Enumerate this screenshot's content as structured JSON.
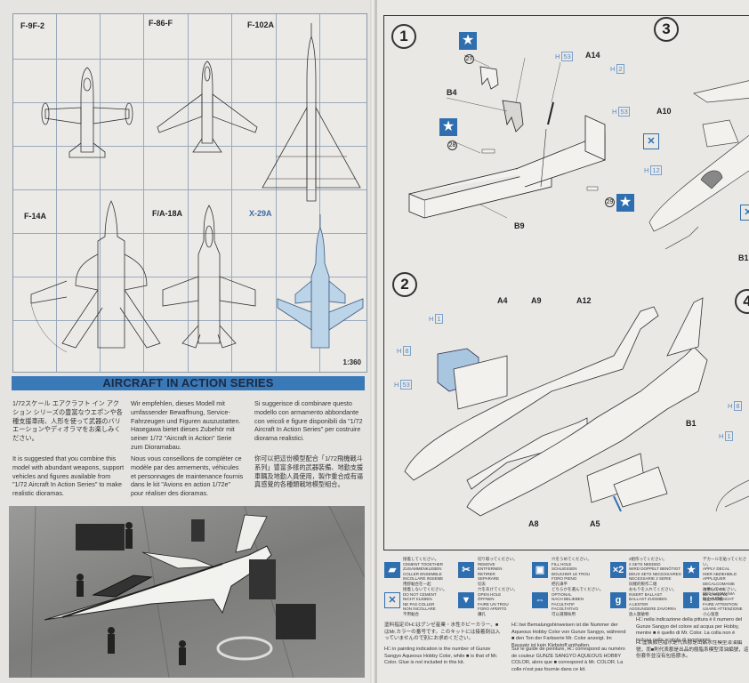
{
  "left_page": {
    "aircraft": [
      {
        "label": "F-9F-2"
      },
      {
        "label": "F-86-F"
      },
      {
        "label": "F-102A"
      },
      {
        "label": "F-14A"
      },
      {
        "label": "F/A-18A"
      },
      {
        "label": "X-29A",
        "highlighted": true
      }
    ],
    "scale": "1:360",
    "banner_title": "AIRCRAFT IN ACTION SERIES",
    "text_ja": "1/72スケール エアクラフト イン アクション シリーズの豊富なウエポンや各種支援車両、人形を使って武器のバリエーションやディオラマをお楽しみください。",
    "text_en": "It is suggested that you combine this model with abundant weapons, support vehicles and figures available from \"1/72 Aircraft In Action Series\" to make realistic dioramas.",
    "text_de": "Wir empfehlen, dieses Modell mit umfassender Bewaffnung, Service-Fahrzeugen und Figuren auszustatten. Hasegawa bietet dieses Zubehör mit seiner 1/72 \"Aircraft in Action\" Serie zum Dioramabau.",
    "text_fr": "Nous vous conseillons de compléter ce modèle par des armements, véhicules et personnages de maintenance fournis dans le kit \"Avions en action 1/72e\" pour réaliser des dioramas.",
    "text_it": "Si suggerisce di combinare questo modello con armamento abbondante con veicoli e figure disponibili da \"1/72 Aircraft In Action Series\" per costruire diorama realistici.",
    "text_zh": "你可以把這份模型配合「1/72飛機戰斗系列」豐富多樣的武器裝備、地勤支援車輛及地勤人員使用，製作重合成有逼真感覺的各種類戰地模型組合。",
    "photo_caption": "diorama-photo"
  },
  "right_page": {
    "steps": [
      {
        "number": "1"
      },
      {
        "number": "2"
      },
      {
        "number": "3"
      },
      {
        "number": "4"
      }
    ],
    "step1": {
      "parts": [
        "B4",
        "A14",
        "B9"
      ],
      "paint_codes": [
        "53",
        "2",
        "53"
      ],
      "decals": [
        "27",
        "28",
        "29"
      ]
    },
    "step2": {
      "parts": [
        "A4",
        "A9",
        "A12",
        "B1",
        "A8",
        "A5"
      ],
      "paint_codes": [
        "1",
        "8",
        "53"
      ]
    },
    "step3": {
      "parts": [
        "A10",
        "B1"
      ],
      "paint_codes": [
        "12"
      ]
    },
    "step4": {
      "paint_codes": [
        "8",
        "1"
      ]
    },
    "h_prefix": "H",
    "legend": [
      {
        "icon": "cement-icon",
        "symbol": "⬛",
        "text": "接着してください。\nCEMENT TOGETHER\nZUSAMMENKLEBEN\nCOLLER ENSEMBLE\nINCOLLARE INSIEME\n用膠黏合在一起"
      },
      {
        "icon": "do-not-cement-icon",
        "symbol": "✕",
        "text": "接着しないでください。\nDO NOT CEMENT\nNICHT KLEBEN\nNE PAS COLLER\nNON INCOLLARE\n不用黏合"
      },
      {
        "icon": "remove-icon",
        "symbol": "✂",
        "text": "切り取ってください。\nREMOVE\nENTFERNEN\nRETIRER\nSEPARARE\n切去"
      },
      {
        "icon": "open-hole-icon",
        "symbol": "▼",
        "text": "穴をあけてください。\nOPEN HOLE\nÖFFNEN\nFAIRE UN TROU\nFORO APERTO\n鑽孔"
      },
      {
        "icon": "fill-hole-icon",
        "symbol": "▣",
        "text": "穴をうめてください。\nFILL HOLE\nSCHLIESSEN\nBOUCHER LE TROU\nFORO PIENO\n把孔填平"
      },
      {
        "icon": "optional-icon",
        "symbol": "⇔",
        "text": "どちらかを選んでください。\nOPTIONAL\nNACH BELIEBEN\nFACULTATIF\nFACOLTATIVO\n可以選擇採用"
      },
      {
        "icon": "two-sets-icon",
        "symbol": "×2",
        "text": "2組作ってください。\n2 SETS NEEDED\nWIRD DOPPELT BENÖTIGT\nDEUX SETS NECESSAIRES\nNECESSARIE 2 SERIE\n同樣的製作二組"
      },
      {
        "icon": "ballast-icon",
        "symbol": "g",
        "text": "おもりを入れてください。\nINSERT BALLAST\nBALLAST ZUGEBEN\nA LESTER\nAGGIUNGERE ZAVORRA\n放入壓艙物"
      },
      {
        "icon": "decal-icon",
        "symbol": "★",
        "text": "デカールを貼ってください。\nAPPLY DECAL\nHIER ABZIEHBILD\nAPPLIQUER DECALCOMANIE\nAPPLICARE DECALCOMANIA\n貼上水印紙"
      },
      {
        "icon": "careful-icon",
        "symbol": "!",
        "text": "注意してください。\nBE CAREFUL\nHIER VORSICHT\nFAIRE ATTENTION\nUSARE ATTENZIONE\n小心留意"
      }
    ],
    "notes": {
      "ja": "塗料指定のH□はグンゼ産業・水性ホビーカラー、■はMr.カラーの番号です。このキットには接着剤は入っていませんので別にお求めください。",
      "en": "H□ in painting indication is the number of Gunze Sangyo Aqueous Hobby Color, while ■ is that of Mr. Color. Glue is not included in this kit.",
      "de": "H□ bei Bemalungshinweisen ist die Nummer der Aqueous Hobby Color von Gunze Sangyo, während ■ den Ton der Farbserie Mr. Color anzeigt. Im Bausatz ist kein Klebstoff enthalten.",
      "fr": "Sur le guide de peinture, H□ correspond au numéro de couleur GUNZE SANGYO AQUEOUS HOBBY COLOR, alors que ■ correspond à Mr. COLOR. La colle n'est pas fournie dans ce kit.",
      "it": "H□ nella indicazione della pittura è il numero del Gunze Sangyo del colore ad acqua per Hobby, mentre ■ è quello di Mr. Color. La colla non è inclusa nella scatola di montaggio.",
      "zh": "H□塗裝顏色指示是代表郡是出品水性模型漆油編號，而■則代表郡是出品的樹脂系模型漆油編號，這份套件並沒有包括膠水。"
    }
  }
}
